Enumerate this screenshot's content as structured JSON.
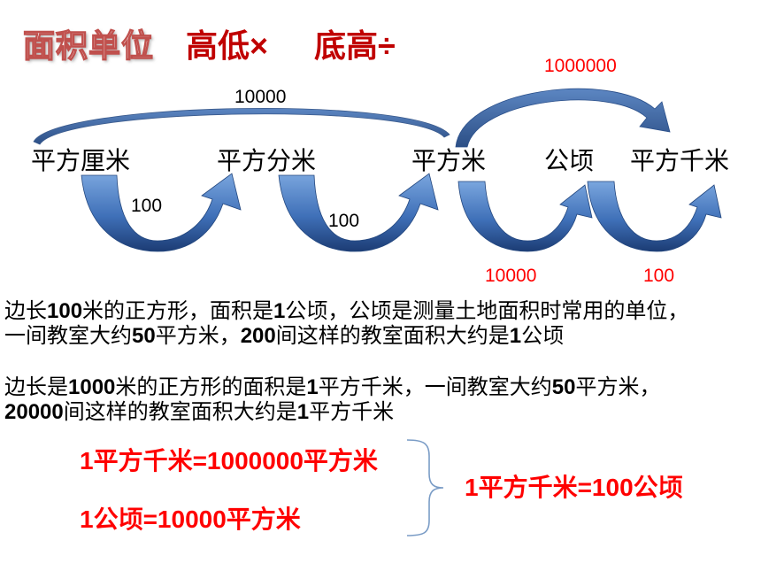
{
  "title": {
    "main": "面积单位",
    "rule_high_low": "高低×",
    "rule_low_high": "底高÷"
  },
  "units": [
    "平方厘米",
    "平方分米",
    "平方米",
    "公顷",
    "平方千米"
  ],
  "conversions": {
    "cm2_to_m2": "10000",
    "m2_to_km2": "1000000",
    "cm2_to_dm2": "100",
    "dm2_to_m2": "100",
    "m2_to_ha": "10000",
    "ha_to_km2": "100"
  },
  "paragraphs": [
    [
      "边长100米的正方形，面积是1公顷，公顷是测量土地面积时常用的单位，",
      "一间教室大约50平方米，200间这样的教室面积大约是1公顷"
    ],
    [
      "边长是1000米的正方形的面积是1平方千米，一间教室大约50平方米，",
      "20000间这样的教室面积大约是1平方千米"
    ]
  ],
  "formulas": {
    "km2_m2": "1平方千米=1000000平方米",
    "ha_m2": "1公顷=10000平方米",
    "km2_ha": "1平方千米=100公顷"
  },
  "colors": {
    "title_red": "#c00000",
    "accent_red": "#ff0000",
    "arrow_blue": "#2e5fa3",
    "brace": "#7a9cc6",
    "text": "#000000"
  },
  "icons": {
    "arrows": "curved-arrow-icon",
    "brace": "right-brace-icon"
  }
}
